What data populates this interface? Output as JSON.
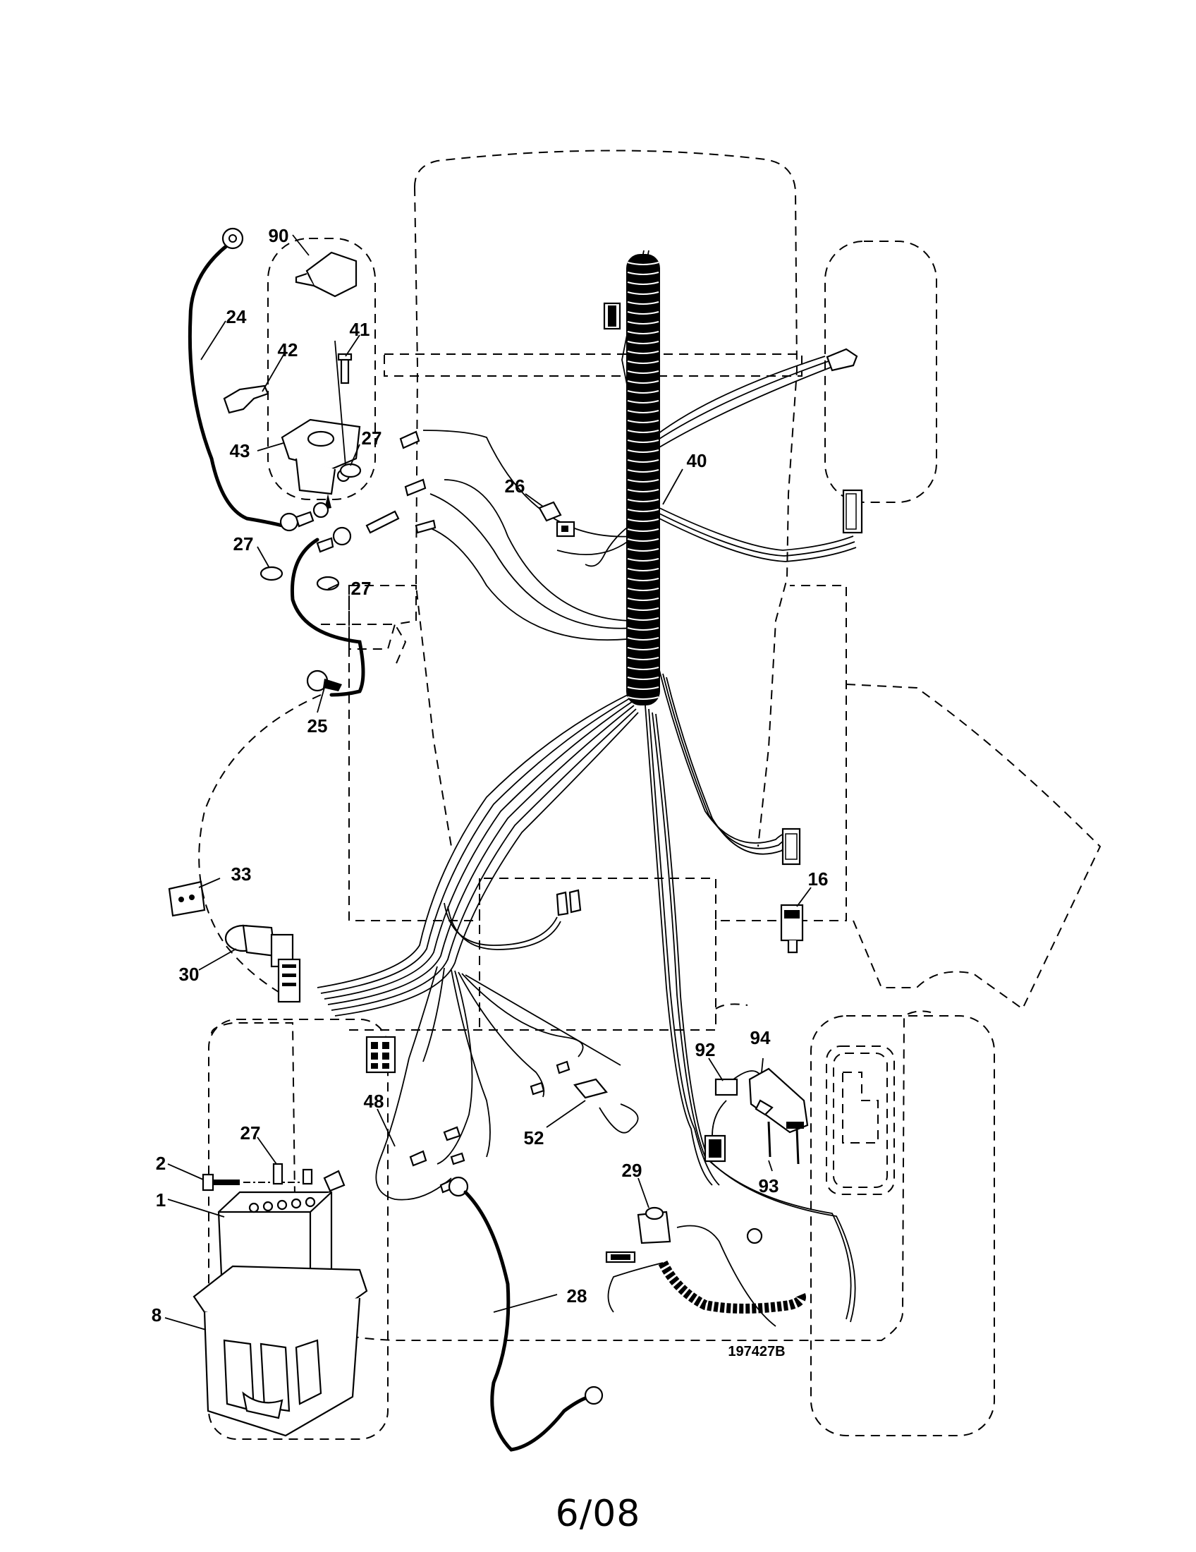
{
  "diagram": {
    "drawing_number": "197427B",
    "footer_date": "6/08",
    "callouts": [
      {
        "id": "c90",
        "text": "90"
      },
      {
        "id": "c24",
        "text": "24"
      },
      {
        "id": "c42",
        "text": "42"
      },
      {
        "id": "c41",
        "text": "41"
      },
      {
        "id": "c43",
        "text": "43"
      },
      {
        "id": "c27a",
        "text": "27"
      },
      {
        "id": "c27b",
        "text": "27"
      },
      {
        "id": "c27c",
        "text": "27"
      },
      {
        "id": "c25",
        "text": "25"
      },
      {
        "id": "c26",
        "text": "26"
      },
      {
        "id": "c40",
        "text": "40"
      },
      {
        "id": "c33",
        "text": "33"
      },
      {
        "id": "c30",
        "text": "30"
      },
      {
        "id": "c16",
        "text": "16"
      },
      {
        "id": "c92",
        "text": "92"
      },
      {
        "id": "c94",
        "text": "94"
      },
      {
        "id": "c93",
        "text": "93"
      },
      {
        "id": "c48",
        "text": "48"
      },
      {
        "id": "c52",
        "text": "52"
      },
      {
        "id": "c29",
        "text": "29"
      },
      {
        "id": "c28",
        "text": "28"
      },
      {
        "id": "c27d",
        "text": "27"
      },
      {
        "id": "c2",
        "text": "2"
      },
      {
        "id": "c1",
        "text": "1"
      },
      {
        "id": "c8",
        "text": "8"
      }
    ]
  }
}
